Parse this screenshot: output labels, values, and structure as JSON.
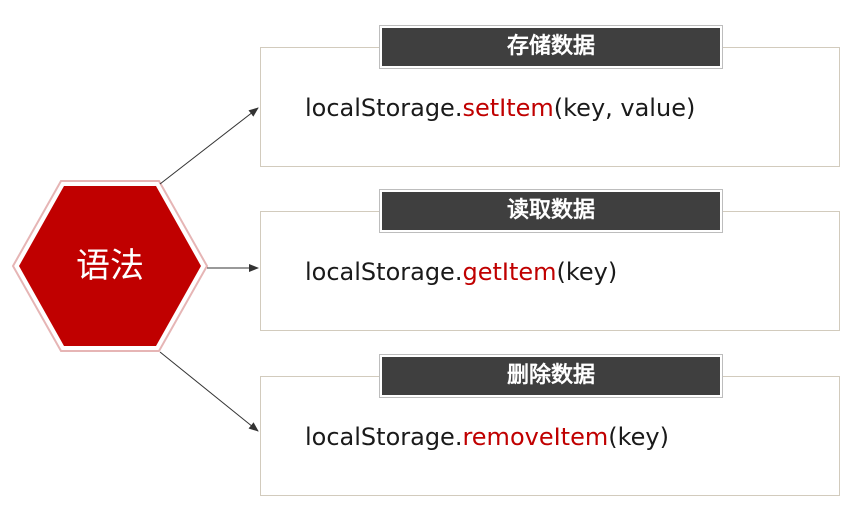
{
  "center": {
    "label": "语法"
  },
  "items": [
    {
      "tag": "存储数据",
      "prefix": "localStorage.",
      "method": "setItem",
      "suffix": "(key, value)"
    },
    {
      "tag": "读取数据",
      "prefix": "localStorage.",
      "method": "getItem",
      "suffix": "(key)"
    },
    {
      "tag": "删除数据",
      "prefix": "localStorage.",
      "method": "removeItem",
      "suffix": "(key)"
    }
  ],
  "colors": {
    "hexagon_fill": "#c00000",
    "hexagon_border": "#e6b5b5",
    "tag_background": "#3f3f3f",
    "method_text": "#c00000",
    "box_border": "#d2cbbd",
    "arrow": "#333333"
  }
}
